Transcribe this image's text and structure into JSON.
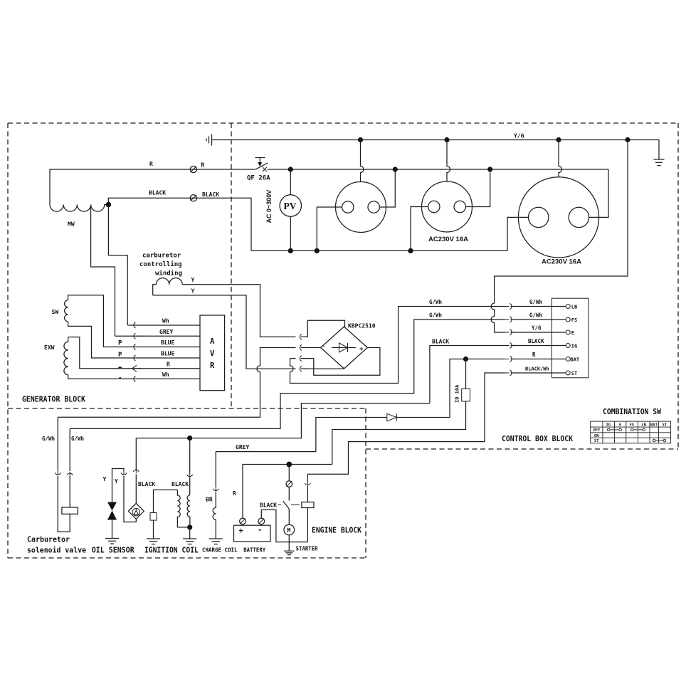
{
  "diagram_type": "generator-wiring-schematic",
  "blocks": {
    "generator": "GENERATOR BLOCK",
    "control_box": "CONTROL BOX BLOCK",
    "engine": "ENGINE BLOCK"
  },
  "top_circuit": {
    "ground_bus_label": "Y/G",
    "r_wire_label_left": "R",
    "r_wire_label_right": "R",
    "black_wire_label_left": "BLACK",
    "black_wire_label_right": "BLACK",
    "breaker_label": "QF 26A",
    "voltmeter": "PV",
    "voltmeter_range": "AC 0~300V",
    "socket_mid_label": "AC230V 16A",
    "socket_large_label": "AC230V 16A"
  },
  "generator": {
    "main_winding": "MW",
    "sub_winding": "SW",
    "excitation_winding": "EXW",
    "carb_winding_line1": "carburetor",
    "carb_winding_line2": "controlling",
    "carb_winding_line3": "winding",
    "y_wire_top": "Y",
    "y_wire_bottom": "Y",
    "avr_letters": {
      "a": "A",
      "v": "V",
      "r": "R"
    },
    "avr_rows": {
      "row1": "Wh",
      "row2": "GREY",
      "row3": "BLUE",
      "row4": "BLUE",
      "row5": "R",
      "row6": "Wh"
    },
    "avr_pins": {
      "p1": "P",
      "p2": "P",
      "plus": "+",
      "minus": "-"
    }
  },
  "rectifier": {
    "name": "KBPC2510",
    "plus_mark": "+",
    "ac_mark": "~"
  },
  "control_box": {
    "terminals": {
      "lb": {
        "name": "LB",
        "wire": "G/Wh",
        "wire_left": "G/Wh"
      },
      "fs": {
        "name": "FS",
        "wire": "G/Wh",
        "wire_left": "G/Wh"
      },
      "e": {
        "name": "E",
        "wire": "Y/G"
      },
      "ig": {
        "name": "IG",
        "wire": "BLACK",
        "wire_left": "BLACK"
      },
      "bat": {
        "name": "BAT",
        "wire": "R"
      },
      "st": {
        "name": "ST",
        "wire": "BLACK/Wh"
      }
    },
    "fuse_label": "ID 10A",
    "combination_switch": {
      "title": "COMBINATION SW",
      "columns": [
        "IG",
        "E",
        "FS",
        "LB",
        "BAT",
        "ST"
      ],
      "rows": [
        "OFF",
        "ON",
        "ST"
      ],
      "connections": [
        {
          "row": "OFF",
          "links": [
            [
              "IG",
              "E"
            ],
            [
              "FS",
              "LB"
            ]
          ]
        },
        {
          "row": "ON",
          "links": []
        },
        {
          "row": "ST",
          "links": [
            [
              "BAT",
              "ST"
            ]
          ]
        }
      ]
    }
  },
  "engine": {
    "solenoid_valve": {
      "label_line1": "Carburetor",
      "label_line2": "solenoid valve",
      "wire_left": "G/Wh",
      "wire_right": "G/Wh"
    },
    "oil_sensor": {
      "label": "OIL SENSOR",
      "wire_left": "Y",
      "wire_right": "Y",
      "wire_out": "BLACK"
    },
    "ignition_coil": {
      "label": "IGNITION COIL",
      "wire_in": "BLACK"
    },
    "charge_coil": {
      "label": "CHARGE COIL",
      "wire": "BR",
      "wire_in": "GREY"
    },
    "battery": {
      "label": "BATTERY",
      "plus": "+",
      "minus": "-",
      "positive_wire": "R",
      "negative_wire": "BLACK"
    },
    "starter": {
      "label": "STARTER",
      "motor_letter": "M"
    }
  }
}
